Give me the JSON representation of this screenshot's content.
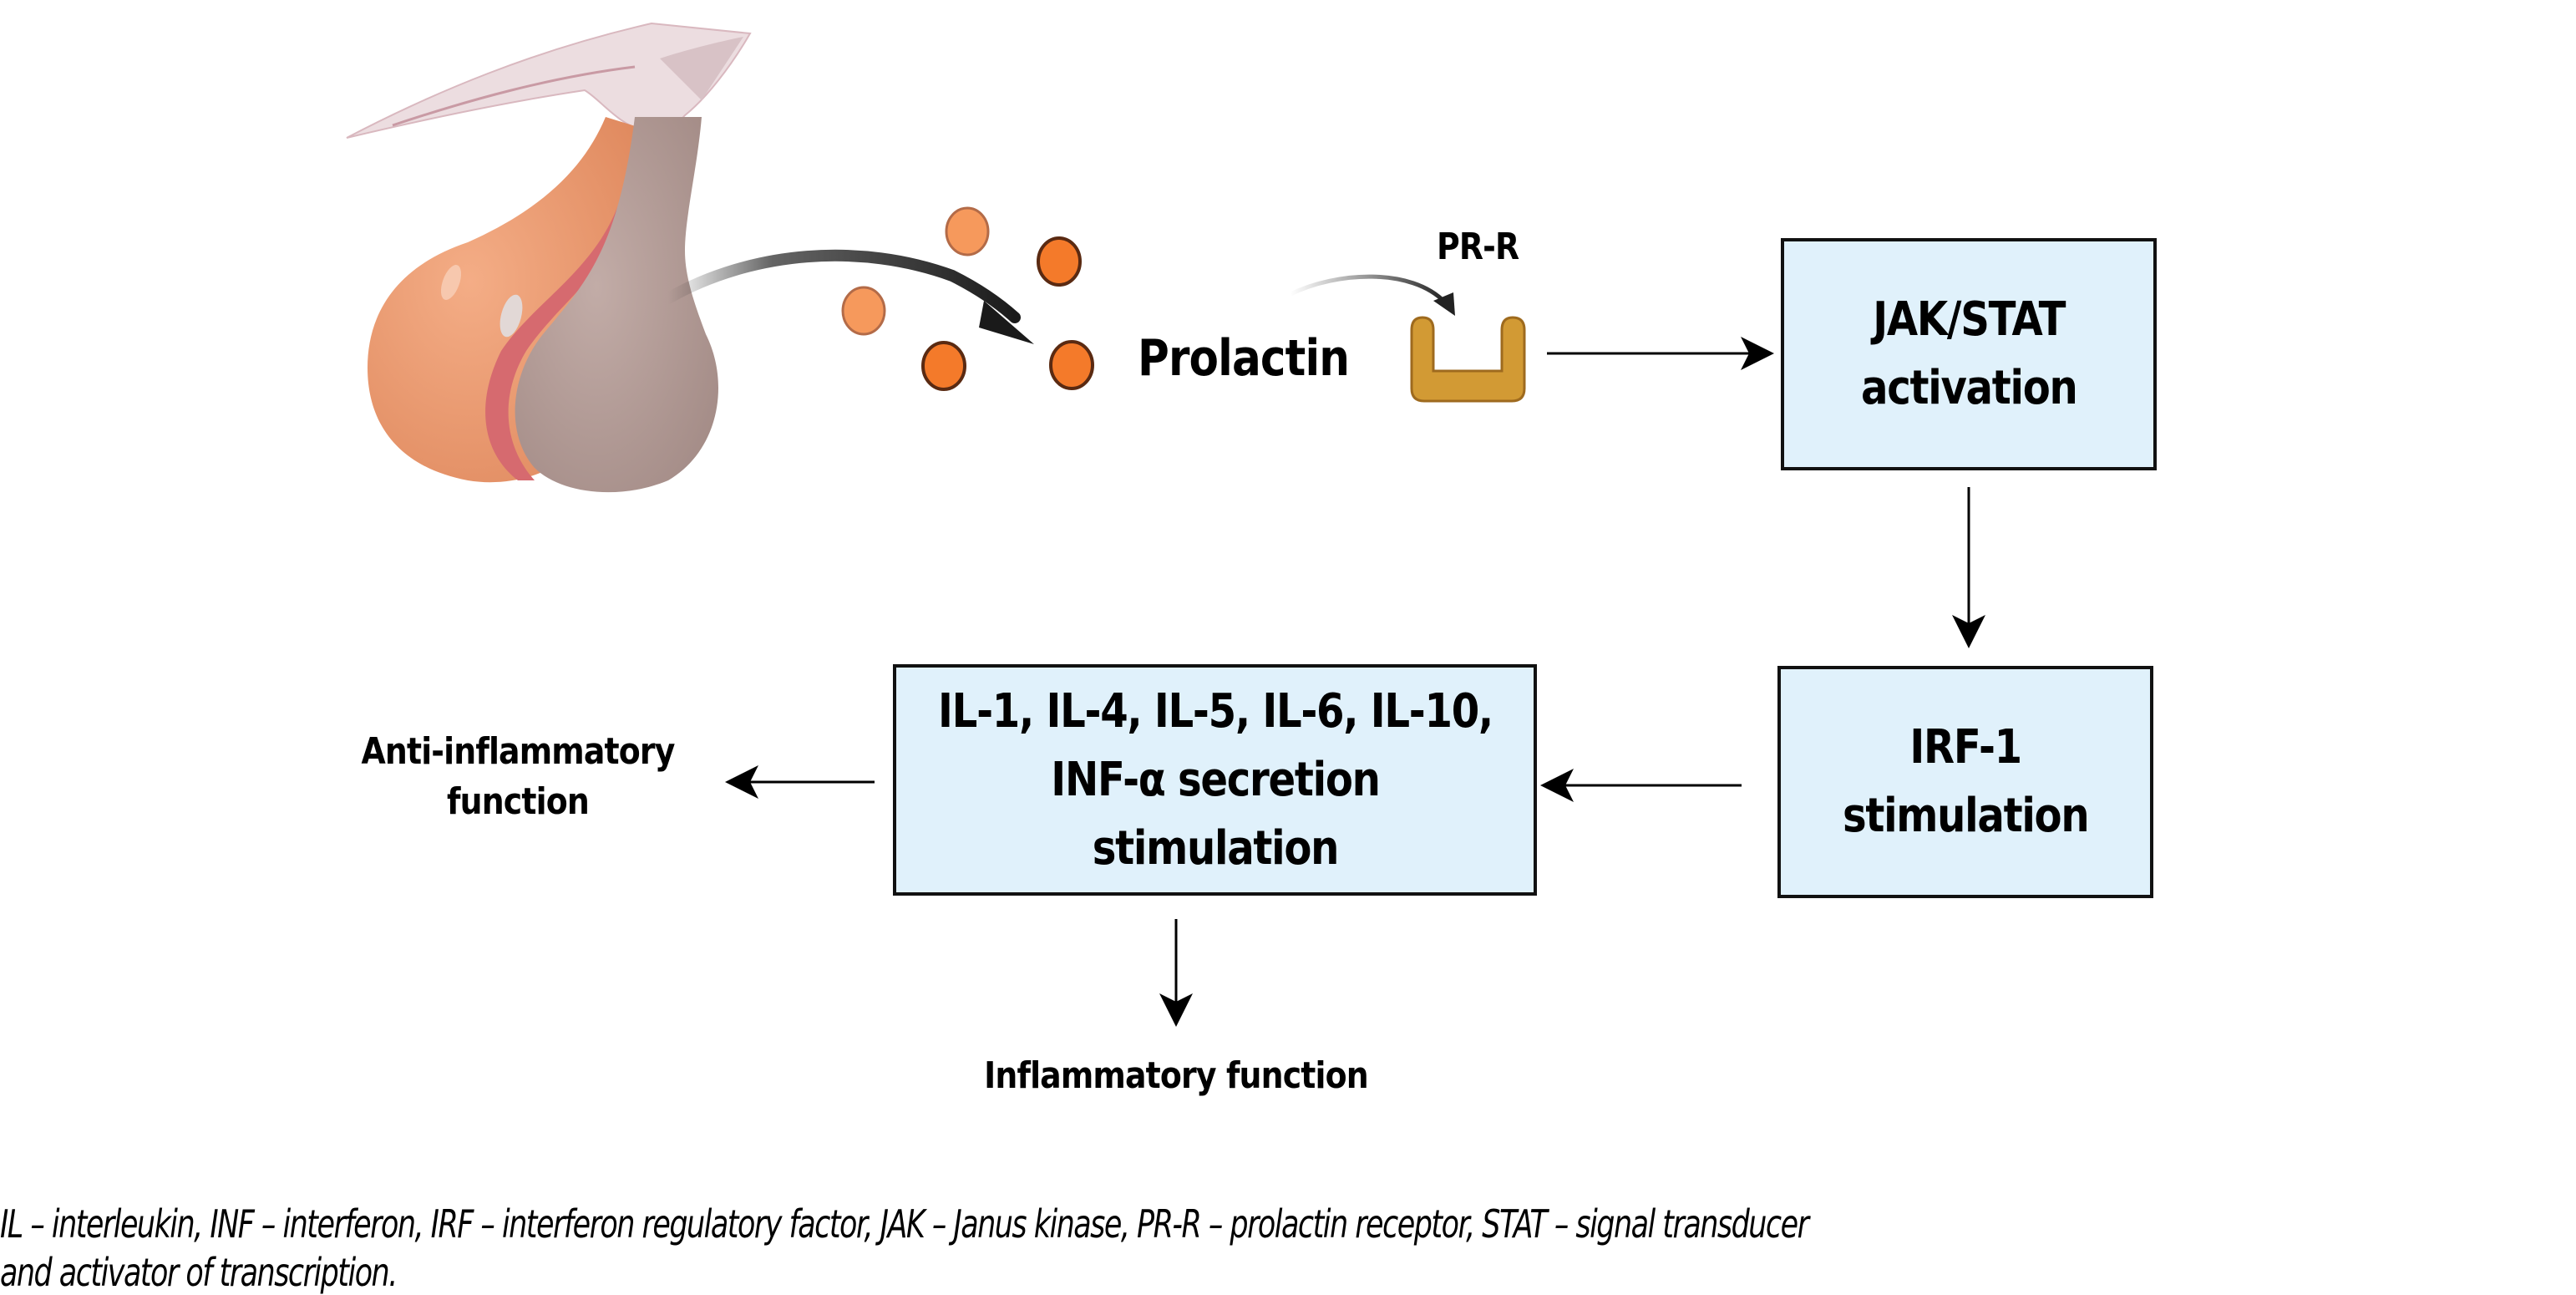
{
  "figure": {
    "nodes": {
      "jak_stat": {
        "lines": [
          "JAK/STAT",
          "activation"
        ]
      },
      "irf1": {
        "lines": [
          "IRF-1",
          "stimulation"
        ]
      },
      "cytokines": {
        "lines": [
          "IL-1, IL-4, IL-5, IL-6, IL-10,",
          "INF-α secretion",
          "stimulation"
        ]
      }
    },
    "labels": {
      "prolactin": "Prolactin",
      "receptor": "PR-R",
      "anti_inflammatory": [
        "Anti-inflammatory",
        "function"
      ],
      "inflammatory": "Inflammatory function"
    },
    "edges": [
      {
        "from": "pituitary-gland",
        "to": "prolactin"
      },
      {
        "from": "prolactin",
        "to": "PR-R"
      },
      {
        "from": "PR-R",
        "to": "jak_stat"
      },
      {
        "from": "jak_stat",
        "to": "irf1"
      },
      {
        "from": "irf1",
        "to": "cytokines"
      },
      {
        "from": "cytokines",
        "to": "anti_inflammatory"
      },
      {
        "from": "cytokines",
        "to": "inflammatory"
      }
    ],
    "colors": {
      "box_fill": "#e0f1fb",
      "box_border": "#111111",
      "prolactin_light": "#f6995c",
      "prolactin_dark": "#f47a2a",
      "receptor": "#d29a34",
      "gland_orange": "#ef9c72",
      "gland_gray": "#b39a94",
      "stalk_pink": "#ecdde0"
    }
  },
  "caption": {
    "line1": "IL – interleukin, INF – interferon, IRF – interferon regulatory factor, JAK – Janus kinase, PR-R – prolactin receptor, STAT – signal transducer",
    "line2": "and activator of transcription."
  }
}
